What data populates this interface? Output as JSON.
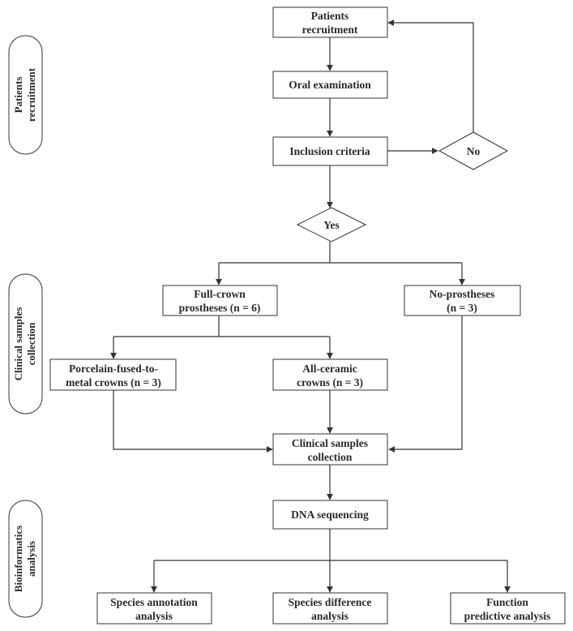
{
  "side_labels": {
    "recruitment": [
      "Patients",
      "recruitment"
    ],
    "collection": [
      "Clinical samples",
      "collection"
    ],
    "bioinformatics": [
      "Bioinformatics",
      "analysis"
    ]
  },
  "nodes": {
    "patients_recruitment": [
      "Patients",
      "recruitment"
    ],
    "oral_examination": [
      "Oral examination"
    ],
    "inclusion_criteria": [
      "Inclusion criteria"
    ],
    "no_decision": [
      "No"
    ],
    "yes_decision": [
      "Yes"
    ],
    "full_crown": [
      "Full-crown",
      "prostheses (n = 6)"
    ],
    "no_prostheses": [
      "No-prostheses",
      "(n = 3)"
    ],
    "porcelain_crowns": [
      "Porcelain-fused-to-",
      "metal crowns (n = 3)"
    ],
    "all_ceramic": [
      "All-ceramic",
      "crowns (n = 3)"
    ],
    "clinical_samples": [
      "Clinical samples",
      "collection"
    ],
    "dna_sequencing": [
      "DNA sequencing"
    ],
    "species_annotation": [
      "Species annotation",
      "analysis"
    ],
    "species_difference": [
      "Species difference",
      "analysis"
    ],
    "function_predictive": [
      "Function",
      "predictive analysis"
    ]
  }
}
